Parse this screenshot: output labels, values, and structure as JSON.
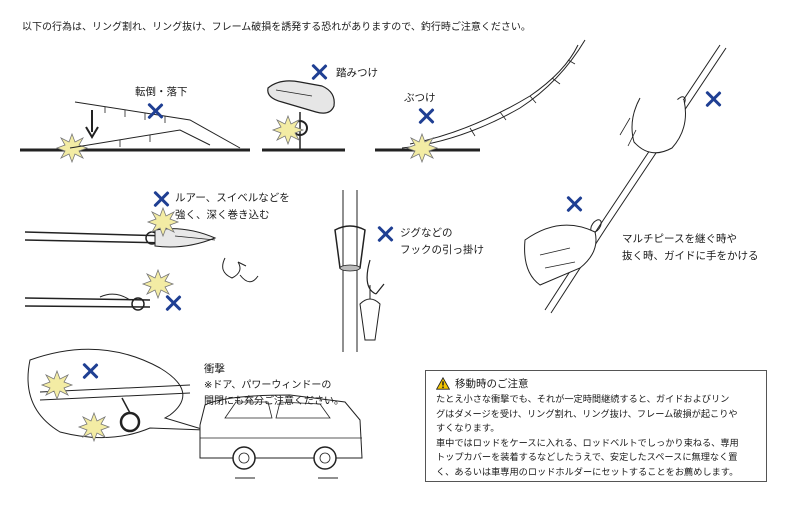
{
  "header": "以下の行為は、リング割れ、リング抜け、フレーム破損を誘発する恐れがありますので、釣行時ご注意ください。",
  "scenes": {
    "fall": "転倒・落下",
    "step": "踏みつけ",
    "hit": "ぶつけ",
    "lure_1": "ルアー、スイベルなどを",
    "lure_2": "強く、深く巻き込む",
    "jig_1": "ジグなどの",
    "jig_2": "フックの引っ掛け",
    "multi_1": "マルチピースを継ぐ時や",
    "multi_2": "抜く時、ガイドに手をかける",
    "impact": "衝撃",
    "impact_note_1": "※ドア、パワーウィンドーの",
    "impact_note_2": "開閉にも充分ご注意ください。"
  },
  "notice": {
    "title": "移動時のご注意",
    "lines": [
      "たとえ小さな衝撃でも、それが一定時間継続すると、ガイドおよびリン",
      "グはダメージを受け、リング割れ、リング抜け、フレーム破損が起こりや",
      "すくなります。",
      "車中ではロッドをケースに入れる、ロッドベルトでしっかり束ねる、専用",
      "トップカバーを装着するなどしたうえで、安定したスペースに無理なく置",
      "く、あるいは車専用のロッドホルダーにセットすることをお薦めします。"
    ]
  },
  "icons": [
    "x-mark-icon",
    "warning-icon"
  ],
  "colors": {
    "x_mark": "#1f3f93",
    "impact_burst": "#f3eca4"
  }
}
